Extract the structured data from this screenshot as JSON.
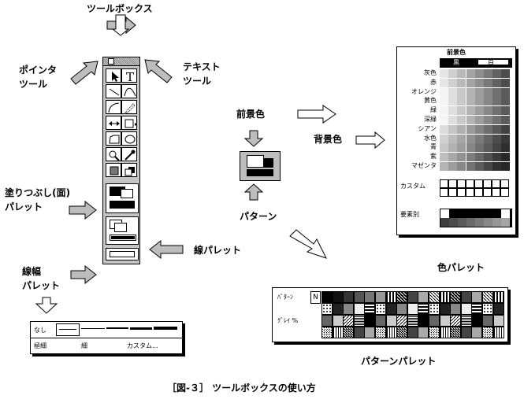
{
  "labels": {
    "toolbox": "ツールボックス",
    "pointer_tool_1": "ポインタ",
    "pointer_tool_2": "ツール",
    "text_tool_1": "テキスト",
    "text_tool_2": "ツール",
    "fill_palette_1": "塗りつぶし(面)",
    "fill_palette_2": "パレット",
    "line_palette": "線パレット",
    "line_width_1": "線幅",
    "line_width_2": "パレット",
    "foreground": "前景色",
    "background": "背景色",
    "pattern": "パターン",
    "color_palette": "色パレット",
    "pattern_palette": "パターンパレット",
    "figure_caption": "［図-３］ ツールボックスの使い方"
  },
  "color_palette": {
    "title": "前景色",
    "black": "黒",
    "white": "白",
    "rows": [
      "灰色",
      "赤",
      "オレンジ",
      "黄色",
      "緑",
      "深緑",
      "シアン",
      "水色",
      "青",
      "紫",
      "マゼンタ"
    ],
    "custom": "カスタム",
    "element": "要素別"
  },
  "pattern_palette": {
    "pattern": "ﾊﾟﾀｰﾝ",
    "none": "N",
    "gray": "ｸﾞﾚｲ %"
  },
  "line_width_palette": {
    "none": "なし",
    "thin_fine": "極細",
    "thin": "細",
    "custom": "カスタム..."
  }
}
